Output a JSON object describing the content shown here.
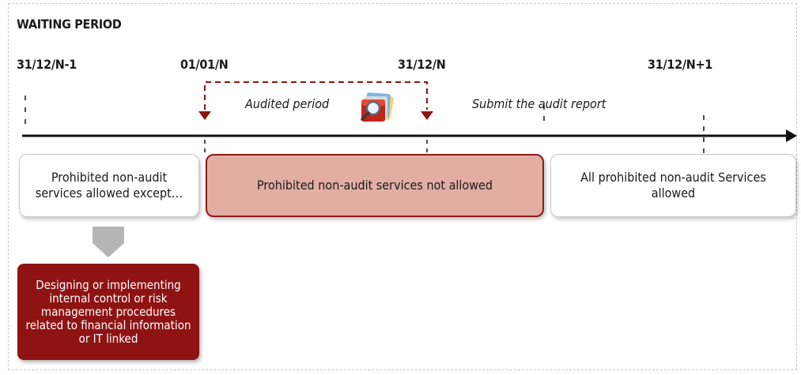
{
  "title": "WAITING PERIOD",
  "dates": [
    "31/12/N-1",
    "01/01/N",
    "31/12/N",
    "31/12/N+1"
  ],
  "phases": {
    "audited": "Audited period",
    "submit": "Submit the audit report"
  },
  "boxes": {
    "before": "Prohibited non-audit services allowed except…",
    "during": "Prohibited non-audit services not allowed",
    "after": "All prohibited non-audit Services allowed"
  },
  "exception": "Designing  or implementing internal control or risk management procedures related to financial information or IT linked",
  "icons": {
    "audit": "folder-magnifier-icon",
    "arrow": "down-arrow-icon"
  },
  "colors": {
    "accent": "#8e1313",
    "highlight_fill": "#e2aea4",
    "arrow_gray": "#b5b5b5"
  }
}
